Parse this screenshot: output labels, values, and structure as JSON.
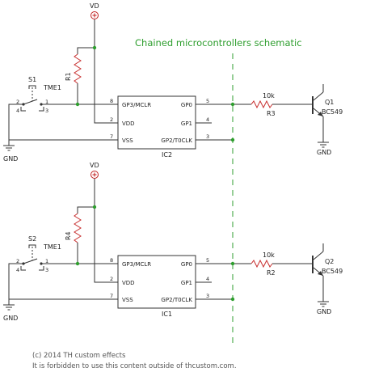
{
  "title": "Chained microcontrollers schematic",
  "footer": {
    "line1": "(c) 2014 TH custom effects",
    "line2": "It is forbidden to use this content outside of thcustom.com."
  },
  "colors": {
    "wire": "#333333",
    "green": "#2e9e2e",
    "supply": "#c02020"
  },
  "supply_icon": "circle-plus-icon",
  "ground_icon": "ground-icon",
  "circuits": [
    {
      "vd_label": "VD",
      "gnd_label": "GND",
      "switch_name": "S1",
      "switch_type": "TME1",
      "switch_pins": [
        "2",
        "4",
        "1",
        "3"
      ],
      "pullup_name": "R1",
      "ic_name": "IC2",
      "left_pins": [
        {
          "num": "8",
          "name": "GP3/MCLR"
        },
        {
          "num": "2",
          "name": "VDD"
        },
        {
          "num": "7",
          "name": "VSS"
        }
      ],
      "right_pins": [
        {
          "num": "5",
          "name": "GP0"
        },
        {
          "num": "4",
          "name": "GP1"
        },
        {
          "num": "3",
          "name": "GP2/T0CLK"
        }
      ],
      "res_value": "10k",
      "res_name": "R3",
      "tr_name": "Q1",
      "tr_type": "BC549",
      "tr_gnd_label": "GND"
    },
    {
      "vd_label": "VD",
      "gnd_label": "GND",
      "switch_name": "S2",
      "switch_type": "TME1",
      "switch_pins": [
        "2",
        "4",
        "1",
        "3"
      ],
      "pullup_name": "R4",
      "ic_name": "IC1",
      "left_pins": [
        {
          "num": "8",
          "name": "GP3/MCLR"
        },
        {
          "num": "2",
          "name": "VDD"
        },
        {
          "num": "7",
          "name": "VSS"
        }
      ],
      "right_pins": [
        {
          "num": "5",
          "name": "GP0"
        },
        {
          "num": "4",
          "name": "GP1"
        },
        {
          "num": "3",
          "name": "GP2/T0CLK"
        }
      ],
      "res_value": "10k",
      "res_name": "R2",
      "tr_name": "Q2",
      "tr_type": "BC549",
      "tr_gnd_label": "GND"
    }
  ]
}
